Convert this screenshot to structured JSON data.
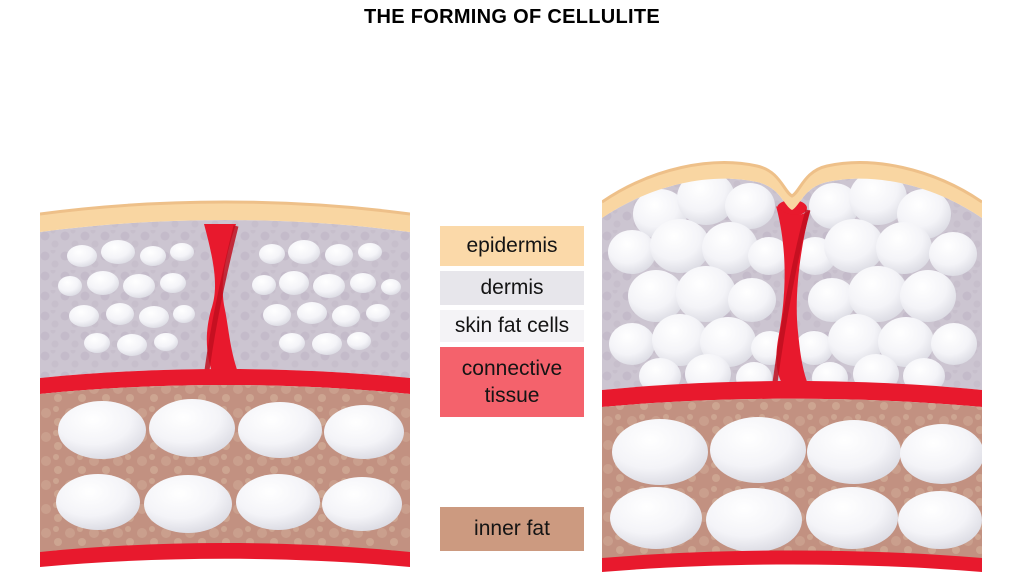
{
  "title": "THE FORMING OF CELLULITE",
  "legend": {
    "items": [
      {
        "id": "epidermis",
        "label": "epidermis",
        "color": "#fbd9a9"
      },
      {
        "id": "dermis",
        "label": "dermis",
        "color": "#e7e6eb"
      },
      {
        "id": "skin-fat-cells",
        "label": "skin fat cells",
        "color": "#f4f3f6"
      },
      {
        "id": "connective-tissue",
        "label": "connective tissue",
        "color": "#f4626c"
      },
      {
        "id": "inner-fat",
        "label": "inner fat",
        "color": "#cc9a80"
      }
    ]
  },
  "colors": {
    "epidermis": "#f9d6a2",
    "epidermis_edge": "#eec089",
    "dermis": "#ccc5d1",
    "fat_cell": "#f1f1f5",
    "connective_tissue": "#e8192d",
    "inner_fat": "#c29181",
    "background": "#ffffff"
  }
}
